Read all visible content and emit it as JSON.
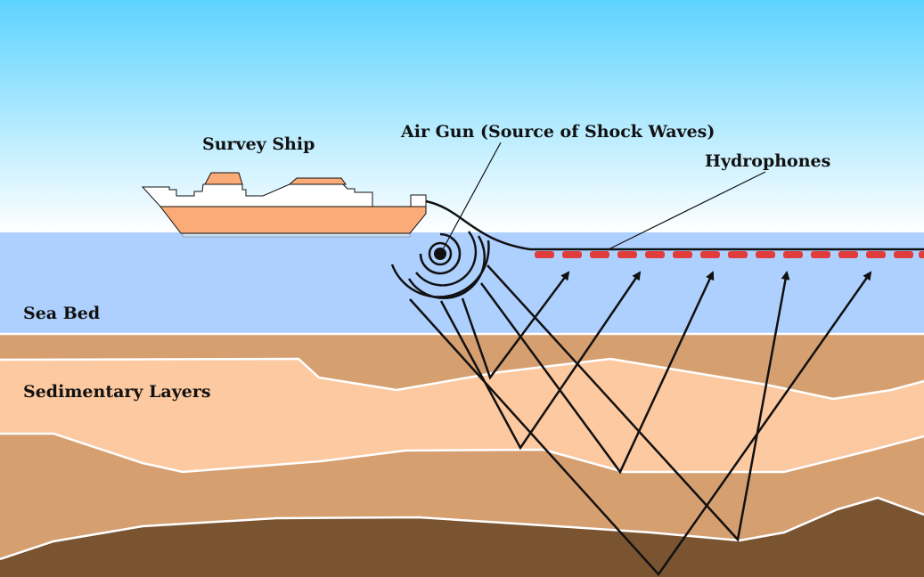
{
  "labels": {
    "survey_ship": "Survey Ship",
    "air_gun": "Air Gun (Source of Shock Waves)",
    "hydrophones": "Hydrophones",
    "sea_bed": "Sea Bed",
    "sedimentary_layers": "Sedimentary Layers"
  },
  "colors": {
    "sky_top": "#5dd3ff",
    "sky_bottom": "#ffffff",
    "water": "#aed0ff",
    "layer_1": "#d69f70",
    "layer_2": "#fdc9a0",
    "layer_3": "#d69f70",
    "bedrock": "#7a5430",
    "ship_hull": "#fbab78",
    "hydrophone": "#e03c3c",
    "line": "#111111"
  }
}
